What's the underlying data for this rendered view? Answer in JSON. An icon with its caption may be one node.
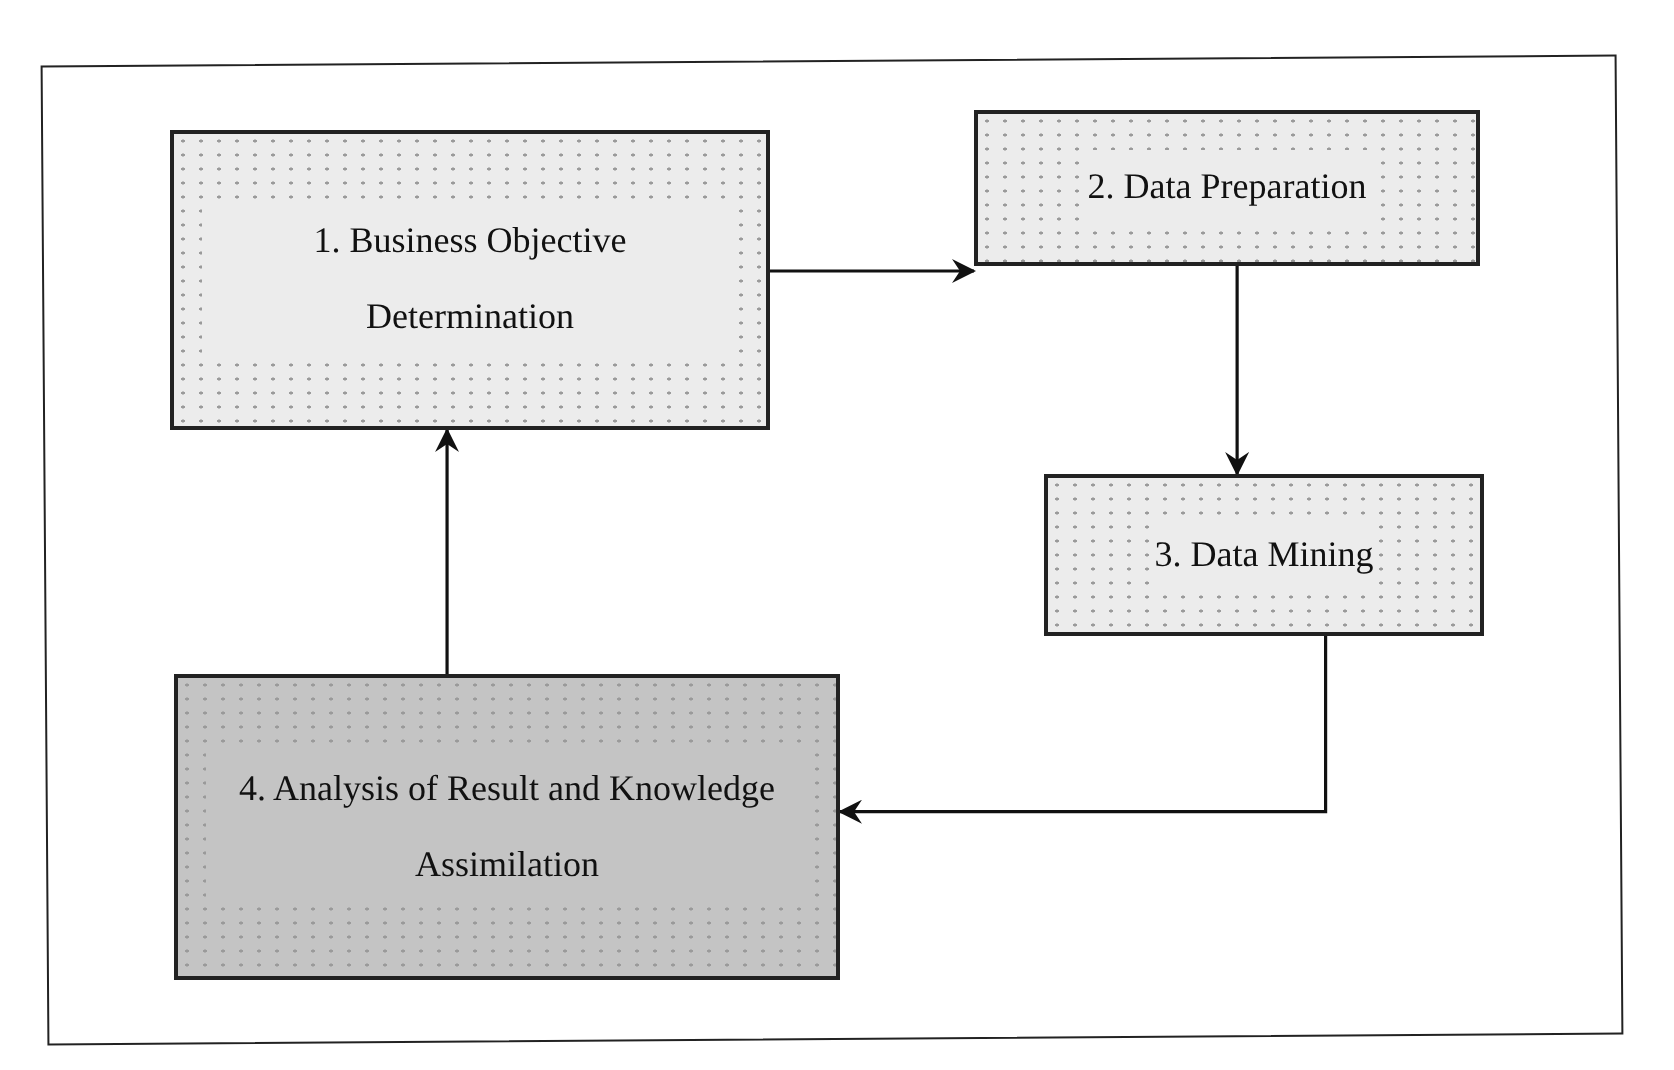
{
  "diagram": {
    "nodes": [
      {
        "text": [
          "1. Business Objective Determination"
        ]
      },
      {
        "text": [
          "2. Data Preparation"
        ]
      },
      {
        "text": [
          "3. Data Mining"
        ]
      },
      {
        "text": [
          "4. Analysis of Result and Knowledge Assimilation"
        ]
      }
    ],
    "edges": [
      {
        "from": 0,
        "to": 1,
        "arrow": "to"
      },
      {
        "from": 1,
        "to": 2,
        "arrow": "to"
      },
      {
        "from": 2,
        "to": 3,
        "arrow": "to"
      },
      {
        "from": 3,
        "to": 0,
        "arrow": "to"
      }
    ]
  }
}
